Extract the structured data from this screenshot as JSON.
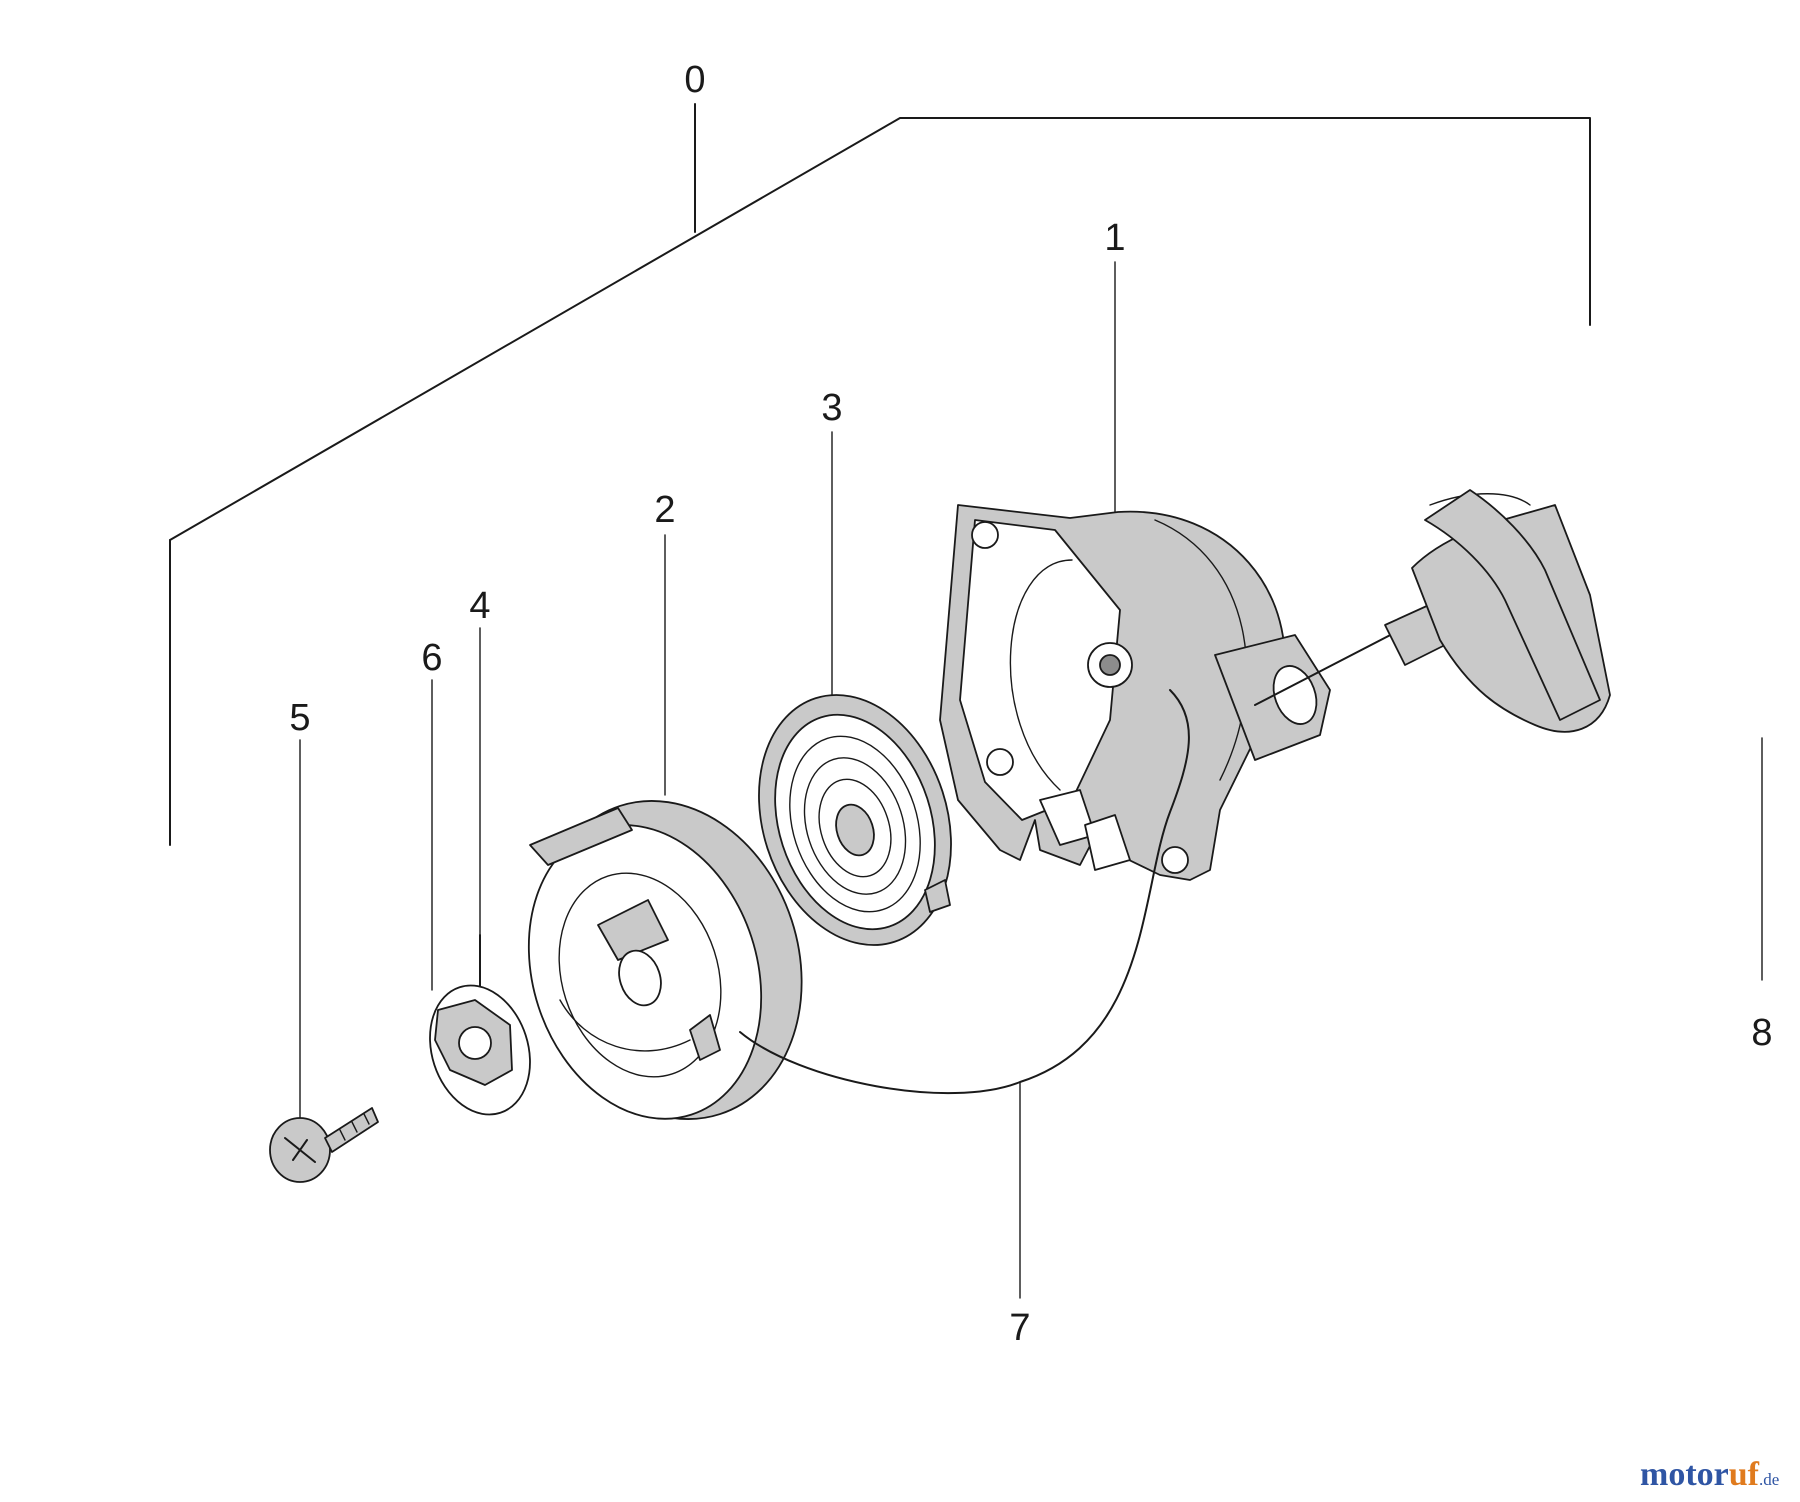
{
  "callouts": {
    "c0": "0",
    "c1": "1",
    "c2": "2",
    "c3": "3",
    "c4": "4",
    "c5": "5",
    "c6": "6",
    "c7": "7",
    "c8": "8"
  },
  "watermark": {
    "part_a": "motor",
    "part_b": "uf",
    "suffix": ".de"
  },
  "colors": {
    "ink": "#1a1a1a",
    "part_fill": "#c9c9c9",
    "watermark_blue": "#2f55a4",
    "watermark_orange": "#e07b1e"
  }
}
